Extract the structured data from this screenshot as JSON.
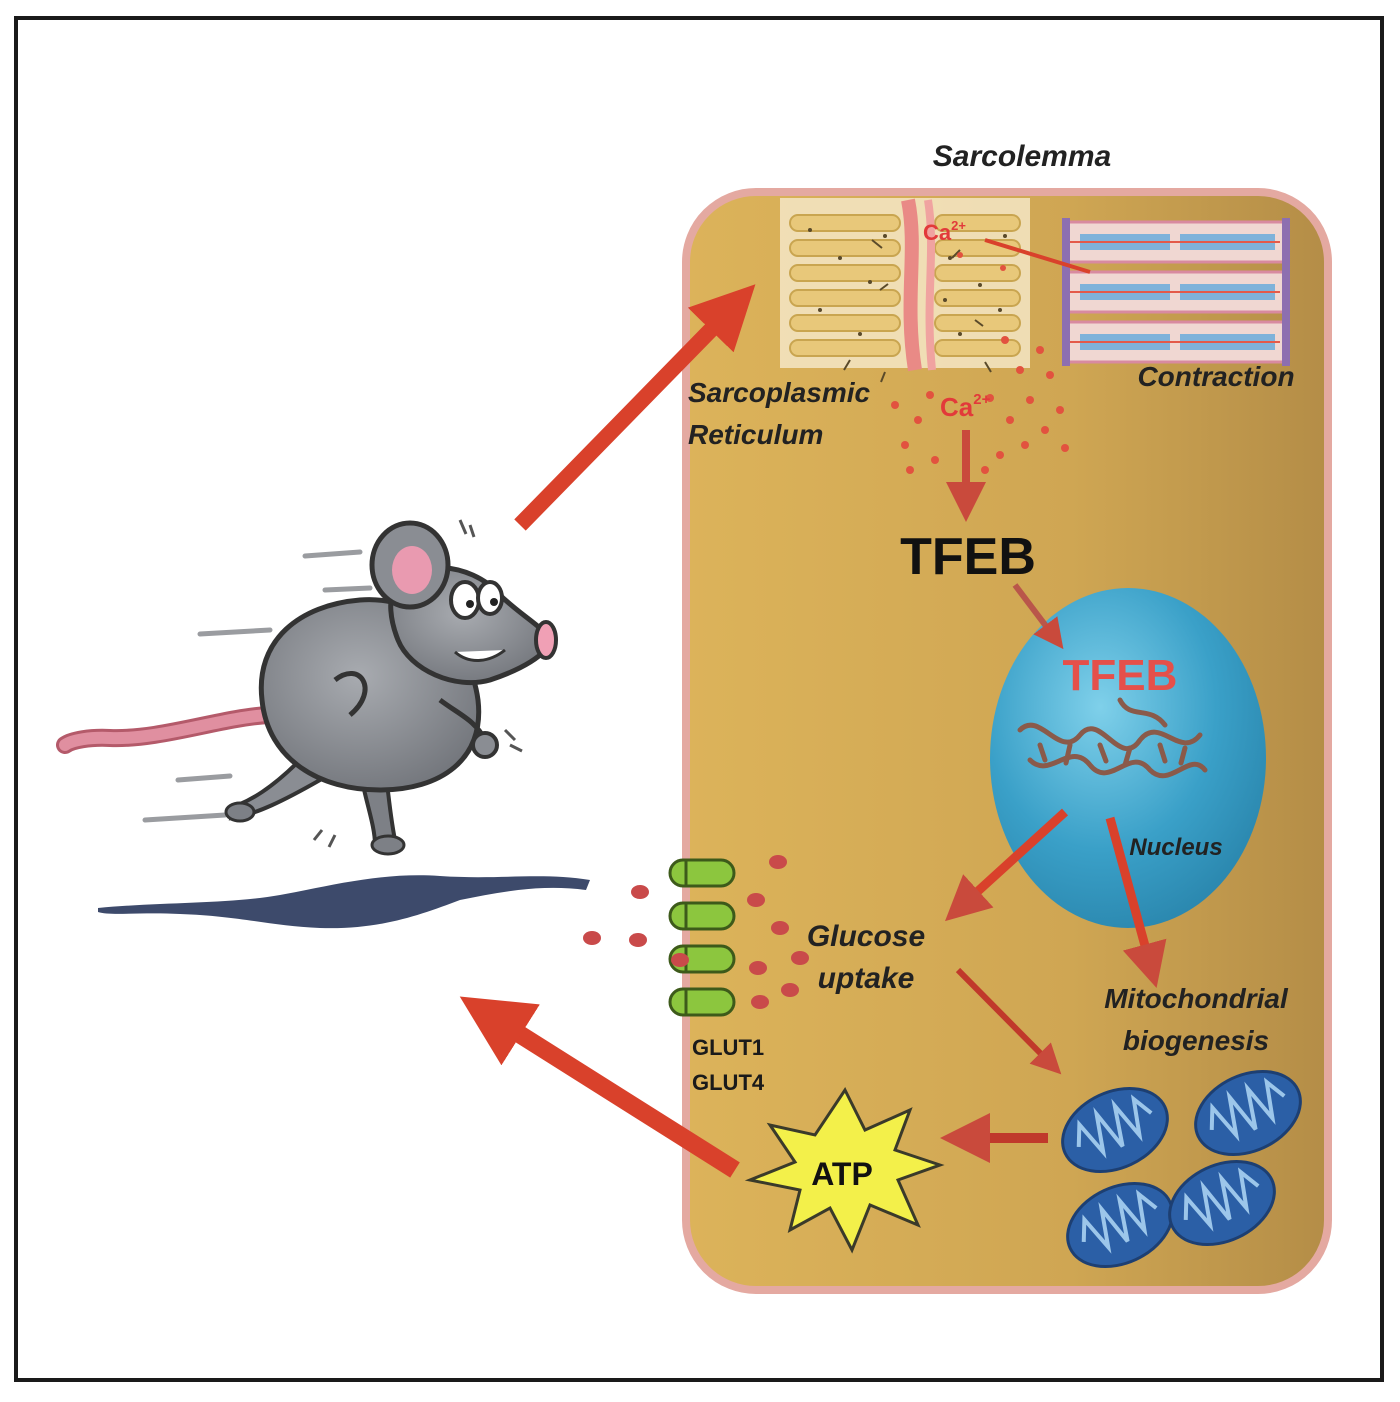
{
  "labels": {
    "sarcolemma": "Sarcolemma",
    "ca_top_base": "Ca",
    "ca_top_sup": "2+",
    "ca_mid_base": "Ca",
    "ca_mid_sup": "2+",
    "contraction": "Contraction",
    "sr_line1": "Sarcoplasmic",
    "sr_line2": "Reticulum",
    "tfeb_cytoplasm": "TFEB",
    "tfeb_nucleus": "TFEB",
    "nucleus": "Nucleus",
    "glucose_line1": "Glucose",
    "glucose_line2": "uptake",
    "glut1": "GLUT1",
    "glut4": "GLUT4",
    "mito_line1": "Mitochondrial",
    "mito_line2": "biogenesis",
    "atp": "ATP"
  },
  "colors": {
    "cell_fill_left": "#d9b056",
    "cell_fill_right": "#b9914a",
    "cell_border": "#e3a7a0",
    "arrow": "#d9412b",
    "arrow_dark": "#c0392b",
    "nucleus": "#3a9fc8",
    "mitochondria": "#2b5fa6",
    "glut": "#8cc63e",
    "glucose_dot": "#c94a4a",
    "atp_star": "#f3f04a",
    "mouse_body": "#8a8d93",
    "tail": "#d98595",
    "ground": "#3d4a6b"
  },
  "icons": [
    "running-mouse-icon",
    "ground-shadow-icon",
    "mitochondrion-icon",
    "atp-starburst-icon",
    "dna-icon",
    "sarcomere-icon",
    "glut-transporter-icon"
  ]
}
